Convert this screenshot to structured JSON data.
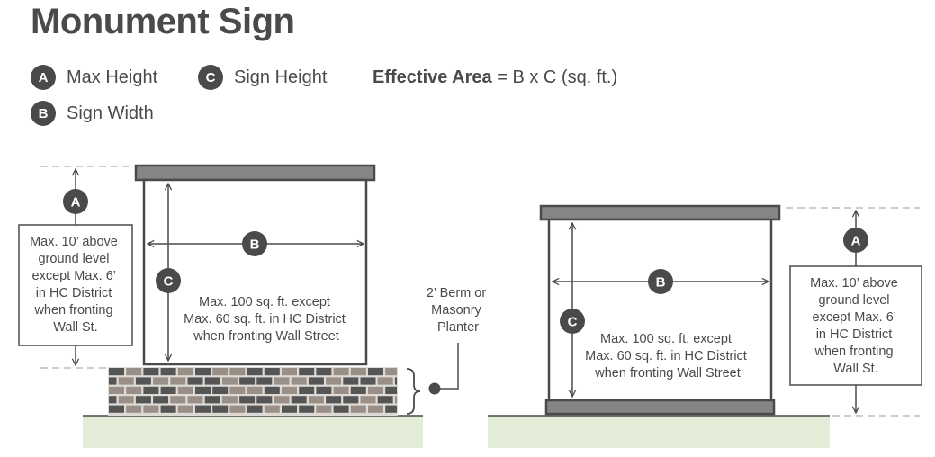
{
  "title": "Monument Sign",
  "legend": [
    {
      "letter": "A",
      "label": "Max Height"
    },
    {
      "letter": "B",
      "label": "Sign Width"
    },
    {
      "letter": "C",
      "label": "Sign Height"
    }
  ],
  "formula": {
    "bold": "Effective Area",
    "rest": " = B x C (sq. ft.)"
  },
  "left_sign": {
    "height_note": [
      "Max. 10’ above",
      "ground level",
      "except Max. 6’",
      "in HC District",
      "when fronting",
      "Wall St."
    ],
    "area_note": [
      "Max. 100 sq. ft. except",
      "Max. 60 sq. ft. in HC District",
      "when fronting Wall Street"
    ],
    "berm_label": [
      "2’ Berm or",
      "Masonry",
      "Planter"
    ]
  },
  "right_sign": {
    "height_note": [
      "Max. 10’ above",
      "ground level",
      "except Max. 6’",
      "in HC District",
      "when fronting",
      "Wall St."
    ],
    "area_note": [
      "Max. 100 sq. ft. except",
      "Max. 60 sq. ft. in HC District",
      "when fronting Wall Street"
    ]
  },
  "colors": {
    "dark": "#4a4a4a",
    "ground": "#e3ecd6",
    "brick_dark": "#555555",
    "brick_light": "#9a8f87",
    "mortar": "#dedbd6",
    "dash": "#bbbbbb"
  }
}
